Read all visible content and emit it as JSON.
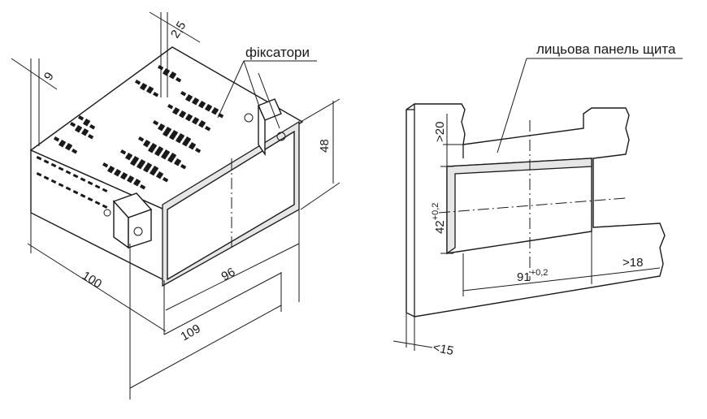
{
  "labels": {
    "latches": "фіксатори",
    "panel_face": "лицьова панель щита"
  },
  "dimensions": {
    "depth_100": "100",
    "front_width_96": "96",
    "total_width_109": "109",
    "height_48": "48",
    "offset_9": "9",
    "offset_2_5": "2,5",
    "cutout_height": "42",
    "cutout_height_tol": "+0,2",
    "cutout_width": "91",
    "cutout_width_tol": "+0,2",
    "min_gap_vertical": ">20",
    "min_gap_horizontal": ">18",
    "max_thickness": "<15"
  }
}
